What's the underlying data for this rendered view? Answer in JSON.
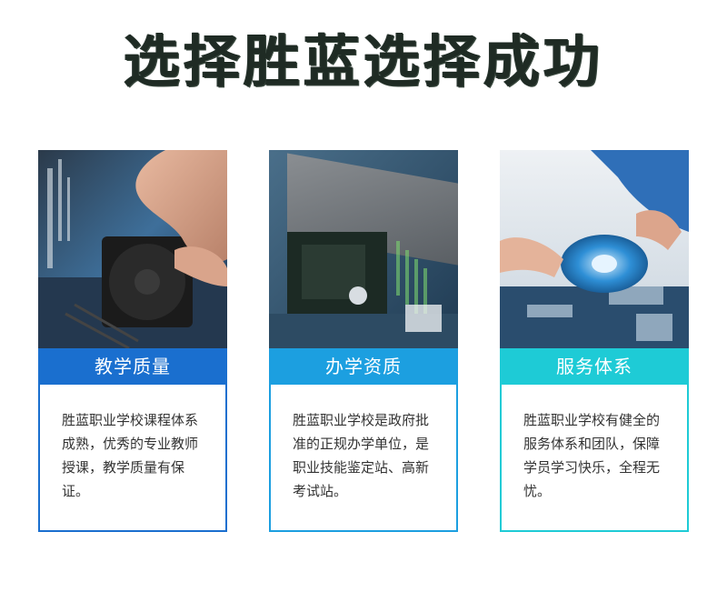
{
  "header": {
    "title": "选择胜蓝选择成功"
  },
  "cards": [
    {
      "photo_icon": "cpu-fan-installation-photo",
      "title": "教学质量",
      "text": "胜蓝职业学校课程体系成熟，优秀的专业教师授课，教学质量有保证。",
      "accent": "#1a6fcf"
    },
    {
      "photo_icon": "circuit-board-photo",
      "title": "办学资质",
      "text": "胜蓝职业学校是政府批准的正规办学单位，是职业技能鉴定站、高新考试站。",
      "accent": "#1c9fe0"
    },
    {
      "photo_icon": "cpu-cooler-motherboard-photo",
      "title": "服务体系",
      "text": "胜蓝职业学校有健全的服务体系和团队，保障学员学习快乐，全程无忧。",
      "accent": "#1ecbd6"
    }
  ]
}
